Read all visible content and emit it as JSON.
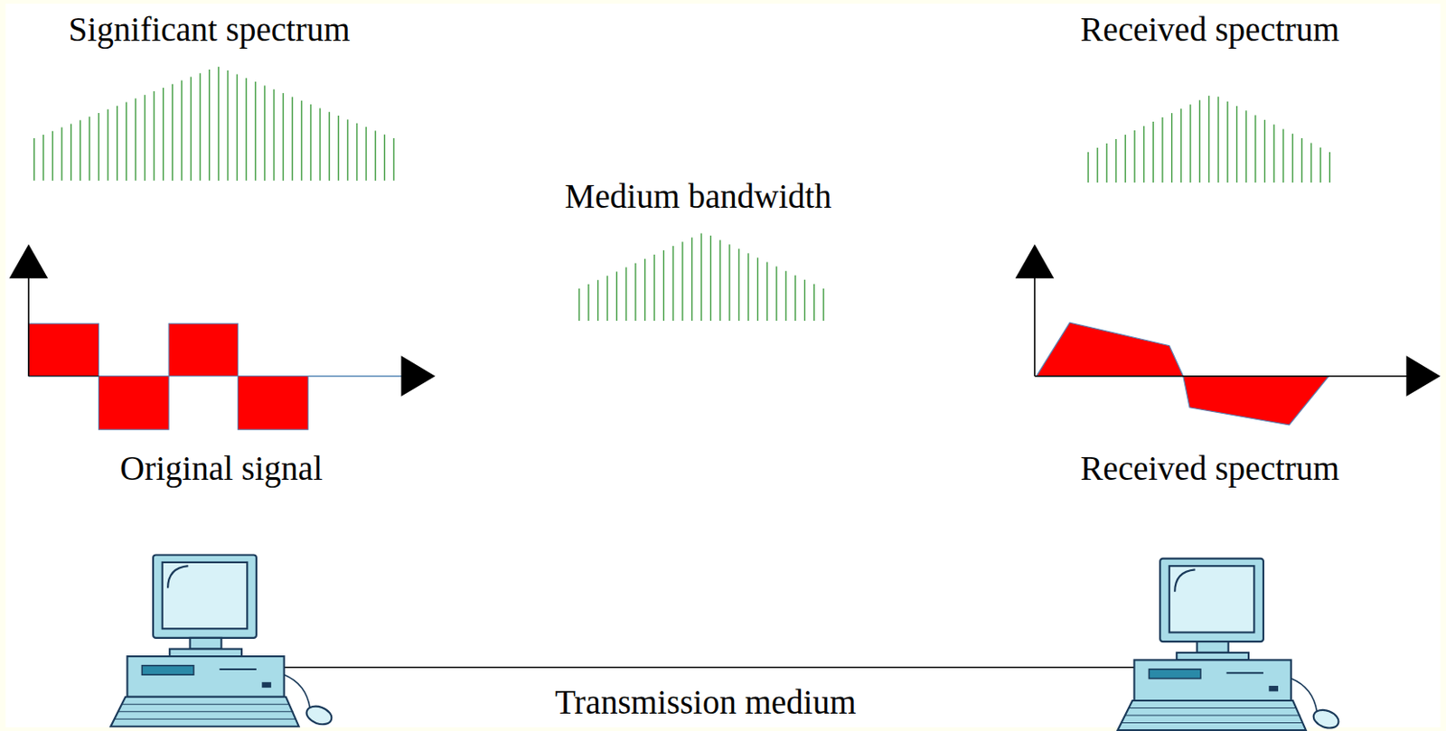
{
  "diagram": {
    "labels": [
      "Significant spectrum",
      "Received spectrum",
      "Medium bandwidth",
      "Original signal",
      "Received spectrum",
      "Transmission medium"
    ]
  }
}
